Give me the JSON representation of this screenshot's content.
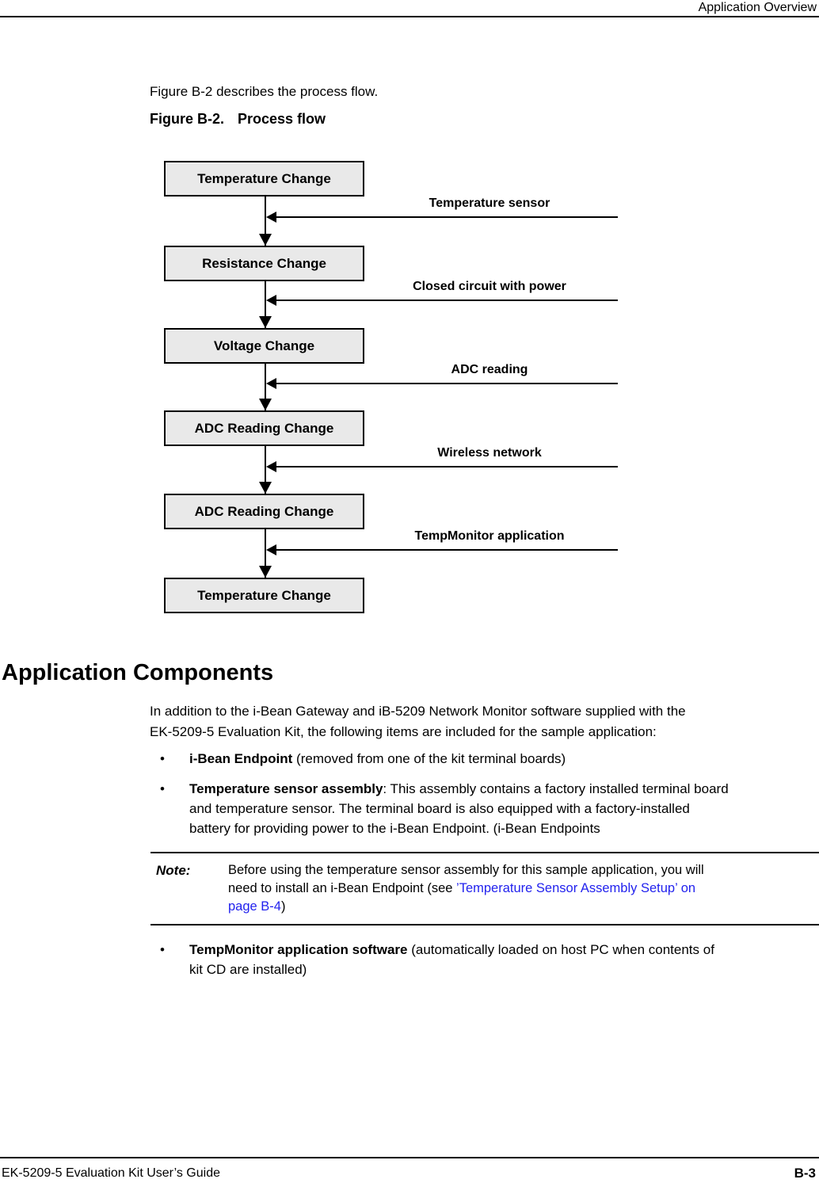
{
  "header": {
    "title": "Application Overview"
  },
  "intro": "Figure B-2 describes the process flow.",
  "figure": {
    "caption_label": "Figure B-2.",
    "caption_title": "Process flow",
    "boxes": [
      "Temperature Change",
      "Resistance Change",
      "Voltage Change",
      "ADC Reading Change",
      "ADC Reading Change",
      "Temperature Change"
    ],
    "arrows": [
      "Temperature sensor",
      "Closed circuit with power",
      "ADC reading",
      "Wireless network",
      "TempMonitor application"
    ]
  },
  "section": {
    "heading": "Application Components",
    "paragraph_lines": [
      "In addition to the i-Bean Gateway and iB-5209 Network Monitor software supplied with the",
      "EK-5209-5 Evaluation Kit, the following items are included for the sample application:"
    ],
    "bullets": [
      {
        "bold": "i-Bean Endpoint",
        "line1_rest": " (removed from one of the kit terminal boards)",
        "lines": []
      },
      {
        "bold": "Temperature sensor assembly",
        "line1_rest": ": This assembly contains a factory installed terminal board",
        "lines": [
          "and temperature sensor. The terminal board is also equipped with a factory-installed",
          "battery for providing power to the i-Bean Endpoint. (i-Bean Endpoints"
        ]
      },
      {
        "bold": "TempMonitor application software",
        "line1_rest": " (automatically loaded on host PC when contents of",
        "lines": [
          "kit CD are installed)"
        ]
      }
    ]
  },
  "note": {
    "label": "Note:",
    "line1": "Before using the temperature sensor assembly for this sample application, you will",
    "line2_pre": "need to install an i-Bean Endpoint (see ",
    "line2_link": "’Temperature Sensor Assembly Setup’ on",
    "line3_link": "page B-4",
    "line3_post": ")"
  },
  "footer": {
    "left": "EK-5209-5 Evaluation Kit User’s Guide",
    "right": "B-3"
  },
  "colors": {
    "link": "#2222ee",
    "box_fill": "#e9e9e9",
    "line": "#000000"
  }
}
